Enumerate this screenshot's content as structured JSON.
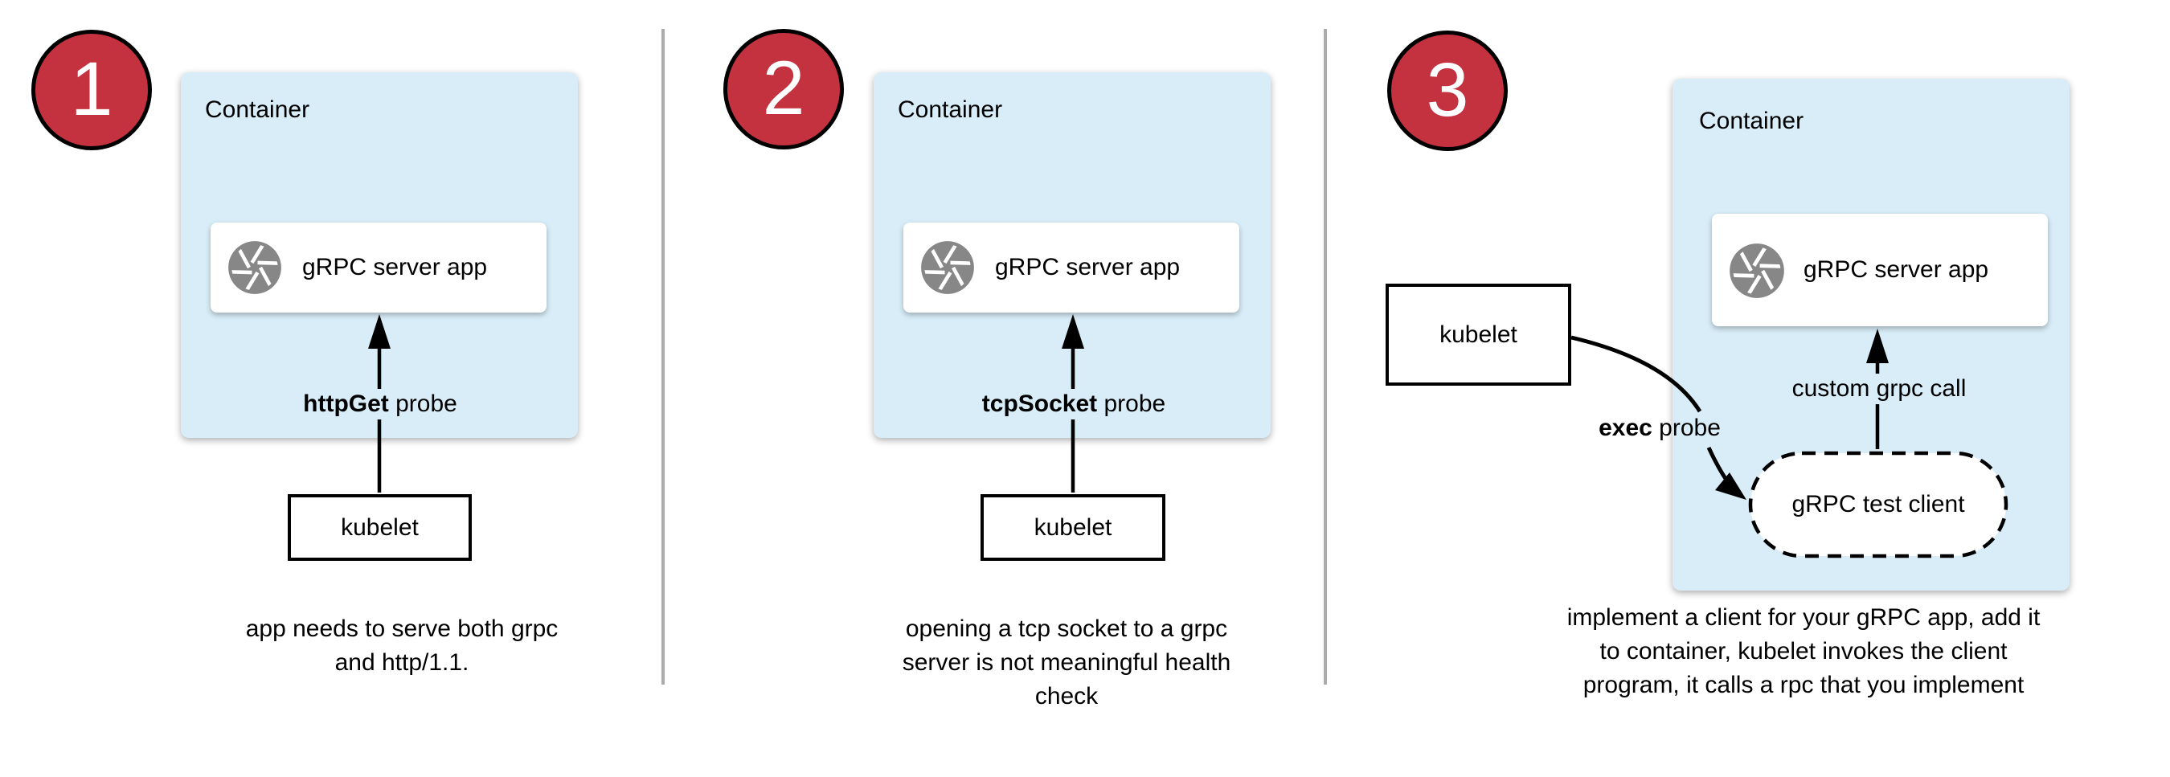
{
  "colors": {
    "accent_red": "#C4323F",
    "container_blue": "#D8EDF8",
    "icon_gray": "#878787",
    "divider_gray": "#ABABAB",
    "line_black": "#000000"
  },
  "icons": {
    "app": "aperture-icon"
  },
  "panels": [
    {
      "number": "1",
      "container_label": "Container",
      "app_label": "gRPC server app",
      "probe_bold": "httpGet",
      "probe_rest": " probe",
      "kubelet_label": "kubelet",
      "caption_lines": [
        "app needs to serve both grpc",
        "and http/1.1."
      ]
    },
    {
      "number": "2",
      "container_label": "Container",
      "app_label": "gRPC server app",
      "probe_bold": "tcpSocket",
      "probe_rest": " probe",
      "kubelet_label": "kubelet",
      "caption_lines": [
        "opening a tcp socket to a grpc",
        "server is not meaningful health",
        "check"
      ]
    },
    {
      "number": "3",
      "container_label": "Container",
      "app_label": "gRPC server app",
      "probe_bold": "exec",
      "probe_rest": " probe",
      "kubelet_label": "kubelet",
      "client_label": "gRPC test client",
      "call_label": "custom grpc call",
      "caption_lines": [
        "implement a client for your gRPC app, add it",
        "to container, kubelet invokes the client",
        "program, it calls a rpc that you implement"
      ]
    }
  ]
}
